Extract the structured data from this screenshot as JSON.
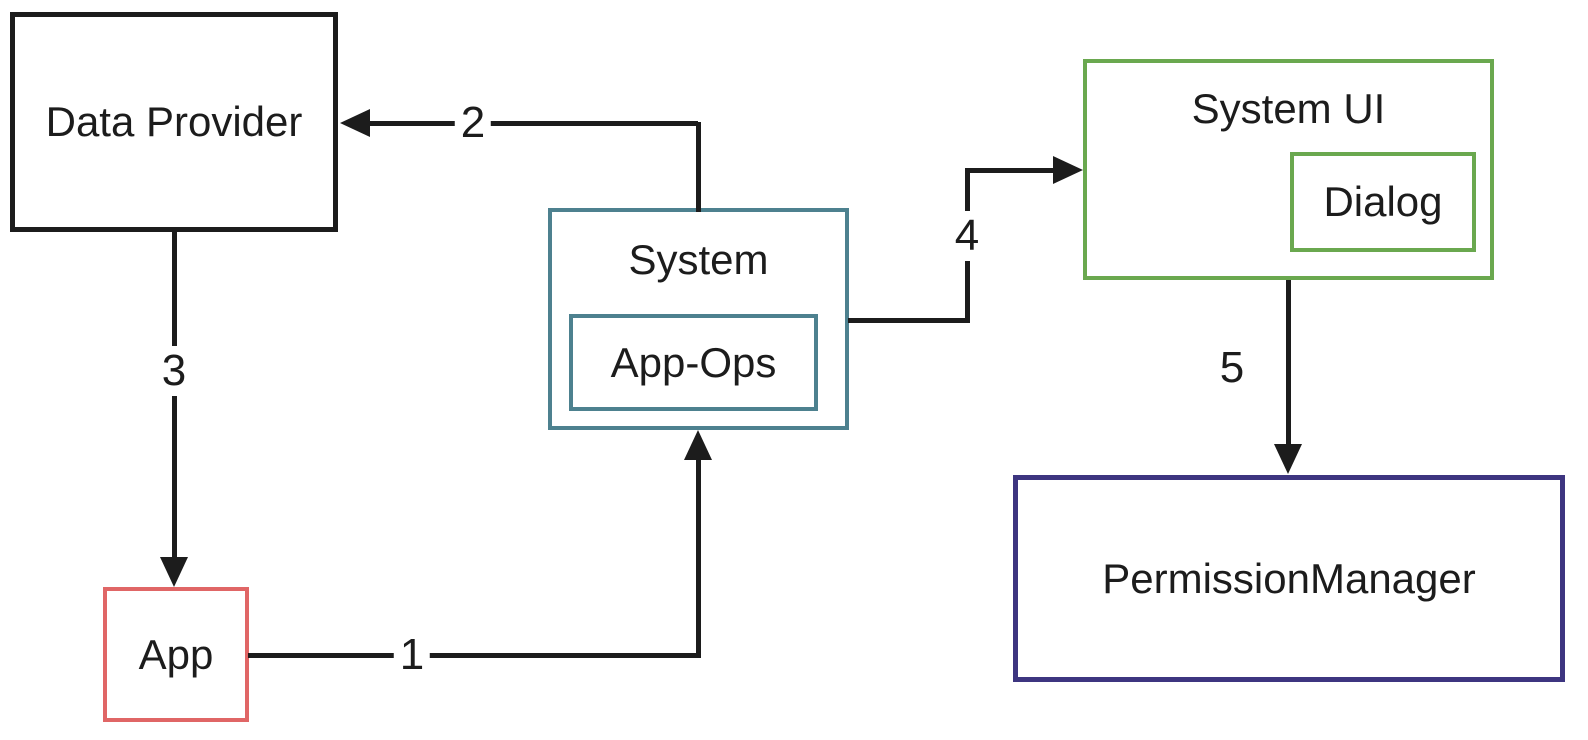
{
  "diagram": {
    "background_color": "#ffffff",
    "line_color": "#1c1c1c",
    "nodes": [
      {
        "id": "data-provider",
        "label": "Data Provider",
        "border_color": "#1c1c1c"
      },
      {
        "id": "app",
        "label": "App",
        "border_color": "#e06666"
      },
      {
        "id": "system",
        "label": "System",
        "border_color": "#4d818f"
      },
      {
        "id": "app-ops",
        "label": "App-Ops",
        "border_color": "#4d818f",
        "parent": "system"
      },
      {
        "id": "system-ui",
        "label": "System UI",
        "border_color": "#6aa84f"
      },
      {
        "id": "dialog",
        "label": "Dialog",
        "border_color": "#6aa84f",
        "parent": "system-ui"
      },
      {
        "id": "permission-manager",
        "label": "PermissionManager",
        "border_color": "#3d3580"
      }
    ],
    "edges": [
      {
        "label": "1",
        "from": "app",
        "to": "system",
        "direction": "right-then-up"
      },
      {
        "label": "2",
        "from": "system",
        "to": "data-provider",
        "direction": "up-then-left"
      },
      {
        "label": "3",
        "from": "data-provider",
        "to": "app",
        "direction": "down"
      },
      {
        "label": "4",
        "from": "system",
        "to": "system-ui",
        "direction": "right-up-right"
      },
      {
        "label": "5",
        "from": "system-ui",
        "to": "permission-manager",
        "direction": "down"
      }
    ]
  }
}
